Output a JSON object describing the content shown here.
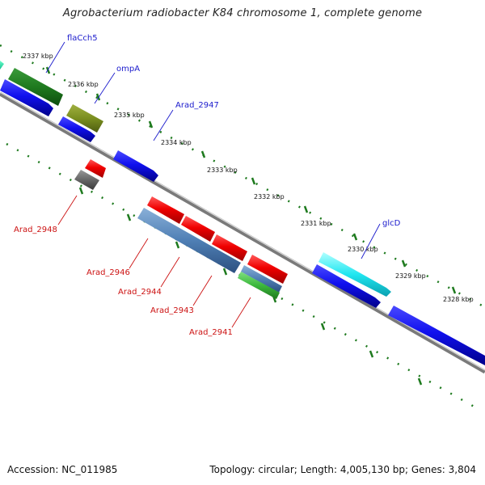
{
  "title": "Agrobacterium radiobacter K84 chromosome 1, complete genome",
  "footer": {
    "accession": "Accession: NC_011985",
    "summary": "Topology: circular; Length: 4,005,130 bp; Genes: 3,804"
  },
  "ticks": [
    "2337 kbp",
    "2336 kbp",
    "2335 kbp",
    "2334 kbp",
    "2333 kbp",
    "2332 kbp",
    "2331 kbp",
    "2330 kbp",
    "2329 kbp",
    "2328 kbp"
  ],
  "gene_labels": {
    "flaCch5": "flaCch5",
    "ompA": "ompA",
    "arad2947": "Arad_2947",
    "glcD": "glcD",
    "arad2948": "Arad_2948",
    "arad2946": "Arad_2946",
    "arad2944": "Arad_2944",
    "arad2943": "Arad_2943",
    "arad2941": "Arad_2941"
  },
  "colors": {
    "blue_label": "#1a1acc",
    "red_label": "#cc1111",
    "tick": "#1e7a1e",
    "backbone": "#888888"
  }
}
